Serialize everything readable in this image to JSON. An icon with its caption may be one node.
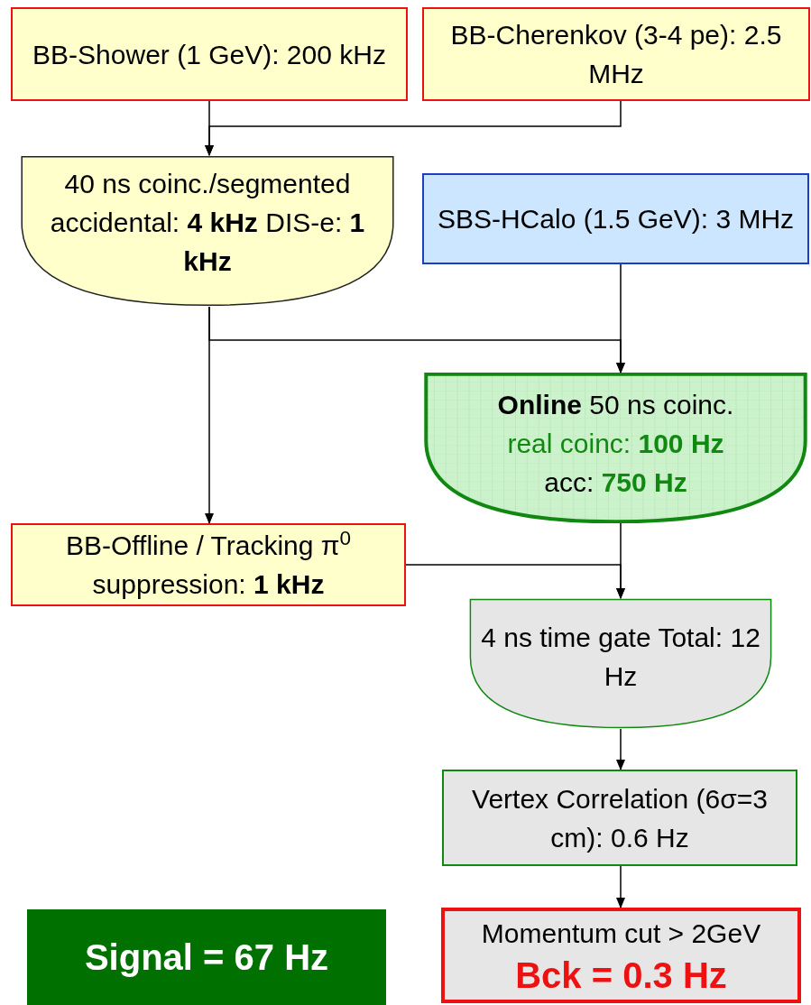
{
  "diagram": {
    "nodes": [
      {
        "text": [
          "BB-Shower (1 GeV): 200 kHz"
        ]
      },
      {
        "text": [
          "BB-Cherenkov (3-4 pe): 2.5 MHz"
        ]
      },
      {
        "text": [
          "40 ns coinc./segmented accidental: **4 kHz** DIS-e: **1 kHz**"
        ]
      },
      {
        "text": [
          "SBS-HCalo (1.5 GeV): 3 MHz"
        ]
      },
      {
        "text": [
          "**Online** 50 ns coinc.",
          "real coinc: **100 Hz**",
          "acc: **750 Hz**"
        ]
      },
      {
        "text": [
          "BB-Offline / Tracking π$^{0}$ suppression: **1 kHz**"
        ]
      },
      {
        "text": [
          "4 ns time gate Total: 12 Hz"
        ]
      },
      {
        "text": [
          "Vertex Correlation (6σ=3 cm): 0.6 Hz"
        ]
      },
      {
        "text": [
          "Momentum cut > 2GeV",
          "Bck = 0.3 Hz"
        ]
      },
      {
        "text": [
          "Signal = 67 Hz"
        ]
      }
    ],
    "edges": [
      {
        "from": 0,
        "to": 2,
        "arrow": "to"
      },
      {
        "from": 1,
        "to": 2,
        "arrow": "to"
      },
      {
        "from": 2,
        "to": 5,
        "arrow": "to"
      },
      {
        "from": 2,
        "to": 4,
        "arrow": "to"
      },
      {
        "from": 3,
        "to": 4,
        "arrow": "to"
      },
      {
        "from": 4,
        "to": 6,
        "arrow": "to"
      },
      {
        "from": 5,
        "to": 6,
        "arrow": "to"
      },
      {
        "from": 6,
        "to": 7,
        "arrow": "to"
      },
      {
        "from": 7,
        "to": 8,
        "arrow": "to"
      }
    ]
  }
}
